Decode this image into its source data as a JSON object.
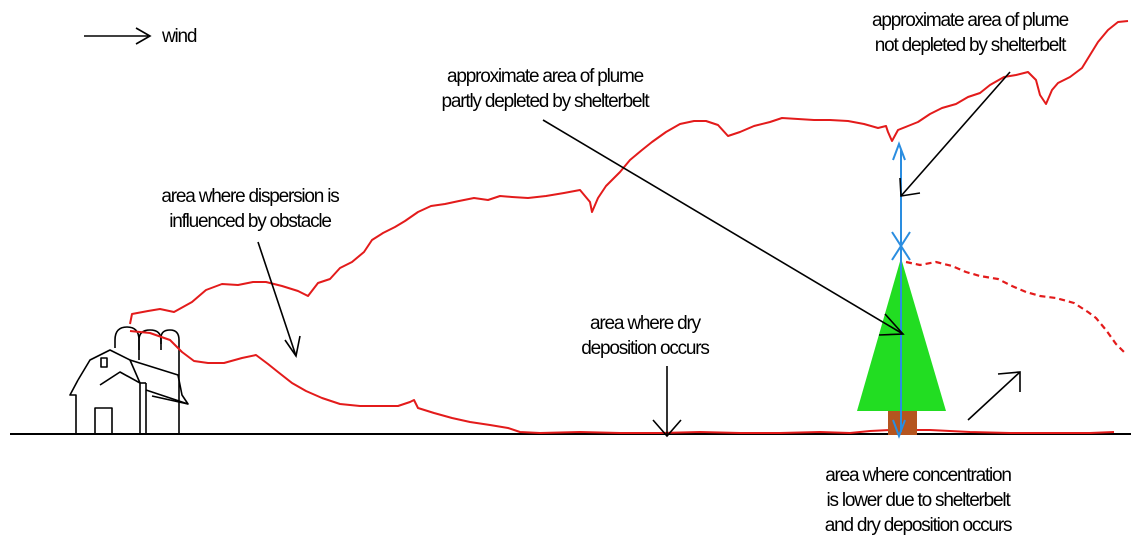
{
  "legend": {
    "wind_label": "wind"
  },
  "labels": {
    "plume_not_depleted": [
      "approximate area of plume",
      "not depleted by shelterbelt"
    ],
    "plume_partly_depleted": [
      "approximate area of plume",
      "partly depleted by shelterbelt"
    ],
    "obstacle_dispersion": [
      "area where dispersion is",
      "influenced by obstacle"
    ],
    "dry_deposition": [
      "area where dry",
      "deposition occurs"
    ],
    "lower_concentration": [
      "area where concentration",
      "is lower due to shelterbelt",
      "and dry deposition occurs"
    ]
  },
  "colors": {
    "plume": "#e31b1b",
    "tree_canopy": "#22dd22",
    "tree_trunk": "#b5551f",
    "height_marker": "#2a8de0",
    "ground": "#000000"
  }
}
